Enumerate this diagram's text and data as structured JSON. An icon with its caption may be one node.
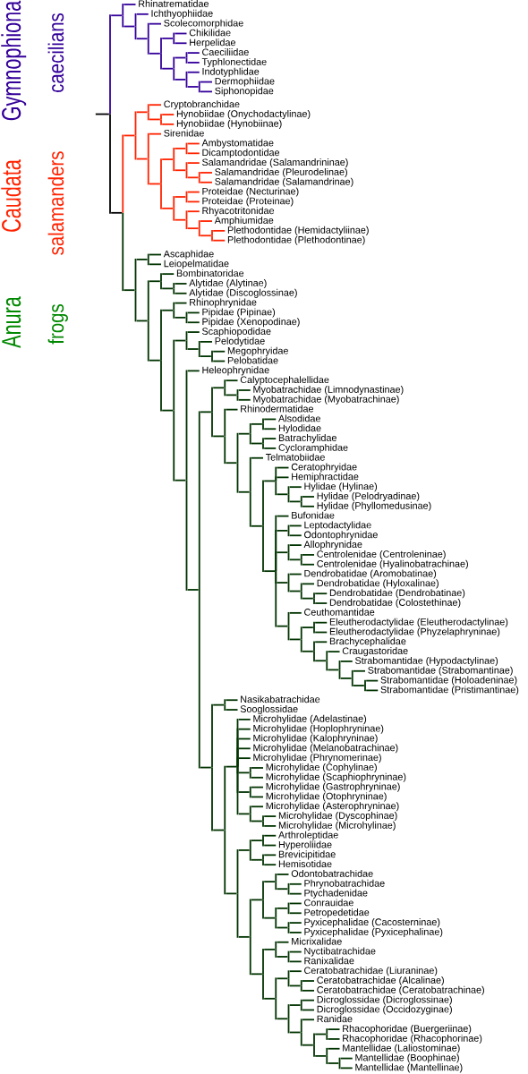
{
  "diagram": {
    "nodes": [
      {
        "text": [],
        "shape": "bar"
      },
      {
        "text": [],
        "shape": "bar"
      },
      {
        "text": [
          "Rhinatrematidae"
        ]
      },
      {
        "text": [],
        "shape": "bar"
      },
      {
        "text": [
          "Ichthyophiidae"
        ]
      },
      {
        "text": [],
        "shape": "bar"
      },
      {
        "text": [
          "Scolecomorphidae"
        ]
      },
      {
        "text": [],
        "shape": "bar"
      },
      {
        "text": [],
        "shape": "bar"
      },
      {
        "text": [
          "Chikilidae"
        ]
      },
      {
        "text": [
          "Herpelidae"
        ]
      },
      {
        "text": [],
        "shape": "bar"
      },
      {
        "text": [],
        "shape": "bar"
      },
      {
        "text": [
          "Caeciliidae"
        ]
      },
      {
        "text": [
          "Typhlonectidae"
        ]
      },
      {
        "text": [],
        "shape": "bar"
      },
      {
        "text": [
          "Indotyphlidae"
        ]
      },
      {
        "text": [],
        "shape": "bar"
      },
      {
        "text": [
          "Dermophiidae"
        ]
      },
      {
        "text": [
          "Siphonopidae"
        ]
      },
      {
        "text": [],
        "shape": "bar"
      },
      {
        "text": [],
        "shape": "bar"
      },
      {
        "text": [],
        "shape": "bar"
      },
      {
        "text": [
          "Cryptobranchidae"
        ]
      },
      {
        "text": [],
        "shape": "bar"
      },
      {
        "text": [
          "Hynobiidae (Onychodactylinae)"
        ]
      },
      {
        "text": [
          "Hynobiidae (Hynobiinae)"
        ]
      },
      {
        "text": [],
        "shape": "bar"
      },
      {
        "text": [
          "Sirenidae"
        ]
      },
      {
        "text": [],
        "shape": "bar"
      },
      {
        "text": [],
        "shape": "bar"
      },
      {
        "text": [],
        "shape": "bar"
      },
      {
        "text": [
          "Ambystomatidae"
        ]
      },
      {
        "text": [
          "Dicamptodontidae"
        ]
      },
      {
        "text": [],
        "shape": "bar"
      },
      {
        "text": [
          "Salamandridae (Salamandrininae)"
        ]
      },
      {
        "text": [],
        "shape": "bar"
      },
      {
        "text": [
          "Salamandridae (Pleurodelinae)"
        ]
      },
      {
        "text": [
          "Salamandridae (Salamandrinae)"
        ]
      },
      {
        "text": [],
        "shape": "bar"
      },
      {
        "text": [],
        "shape": "bar"
      },
      {
        "text": [
          "Proteidae (Necturinae)"
        ]
      },
      {
        "text": [
          "Proteidae (Proteinae)"
        ]
      },
      {
        "text": [],
        "shape": "bar"
      },
      {
        "text": [
          "Rhyacotritonidae"
        ]
      },
      {
        "text": [],
        "shape": "bar"
      },
      {
        "text": [
          "Amphiumidae"
        ]
      },
      {
        "text": [],
        "shape": "bar"
      },
      {
        "text": [
          "Plethodontidae (Hemidactyliinae)"
        ]
      },
      {
        "text": [
          "Plethodontidae (Plethodontinae)"
        ]
      },
      {
        "text": [],
        "shape": "bar"
      },
      {
        "text": [],
        "shape": "bar"
      },
      {
        "text": [
          "Ascaphidae"
        ]
      },
      {
        "text": [
          "Leiopelmatidae"
        ]
      },
      {
        "text": [],
        "shape": "bar"
      },
      {
        "text": [],
        "shape": "bar"
      },
      {
        "text": [
          "Bombinatoridae"
        ]
      },
      {
        "text": [],
        "shape": "bar"
      },
      {
        "text": [
          "Alytidae (Alytinae)"
        ]
      },
      {
        "text": [
          "Alytidae (Discoglossinae)"
        ]
      },
      {
        "text": [],
        "shape": "bar"
      },
      {
        "text": [],
        "shape": "bar"
      },
      {
        "text": [
          "Rhinophrynidae"
        ]
      },
      {
        "text": [],
        "shape": "bar"
      },
      {
        "text": [
          "Pipidae (Pipinae)"
        ]
      },
      {
        "text": [
          "Pipidae (Xenopodinae)"
        ]
      },
      {
        "text": [],
        "shape": "bar"
      },
      {
        "text": [],
        "shape": "bar"
      },
      {
        "text": [
          "Scaphiopodidae"
        ]
      },
      {
        "text": [],
        "shape": "bar"
      },
      {
        "text": [
          "Pelodytidae"
        ]
      },
      {
        "text": [],
        "shape": "bar"
      },
      {
        "text": [
          "Megophryidae"
        ]
      },
      {
        "text": [
          "Pelobatidae"
        ]
      },
      {
        "text": [],
        "shape": "bar"
      },
      {
        "text": [
          "Heleophrynidae"
        ]
      },
      {
        "text": [],
        "shape": "bar"
      },
      {
        "text": [],
        "shape": "bar"
      },
      {
        "text": [],
        "shape": "bar"
      },
      {
        "text": [
          "Calyptocephalellidae"
        ]
      },
      {
        "text": [],
        "shape": "bar"
      },
      {
        "text": [
          "Myobatrachidae (Limnodynastinae)"
        ]
      },
      {
        "text": [
          "Myobatrachidae (Myobatrachinae)"
        ]
      },
      {
        "text": [],
        "shape": "bar"
      },
      {
        "text": [
          "Rhinodermatidae"
        ]
      },
      {
        "text": [],
        "shape": "bar"
      },
      {
        "text": [],
        "shape": "bar"
      },
      {
        "text": [],
        "shape": "bar"
      },
      {
        "text": [
          "Alsodidae"
        ]
      },
      {
        "text": [
          "Hylodidae"
        ]
      },
      {
        "text": [],
        "shape": "bar"
      },
      {
        "text": [
          "Batrachylidae"
        ]
      },
      {
        "text": [
          "Cycloramphidae"
        ]
      },
      {
        "text": [],
        "shape": "bar"
      },
      {
        "text": [
          "Telmatobiidae"
        ]
      },
      {
        "text": [],
        "shape": "bar"
      },
      {
        "text": [],
        "shape": "bar"
      },
      {
        "text": [
          "Ceratophryidae"
        ]
      },
      {
        "text": [
          "Hemiphractidae"
        ]
      },
      {
        "text": [],
        "shape": "bar"
      },
      {
        "text": [
          "Hylidae (Hylinae)"
        ]
      },
      {
        "text": [],
        "shape": "bar"
      },
      {
        "text": [
          "Hylidae (Pelodryadinae)"
        ]
      },
      {
        "text": [
          "Hylidae (Phyllomedusinae)"
        ]
      },
      {
        "text": [],
        "shape": "bar"
      },
      {
        "text": [
          "Bufonidae"
        ]
      },
      {
        "text": [],
        "shape": "bar"
      },
      {
        "text": [
          "Leptodactylidae"
        ]
      },
      {
        "text": [
          "Odontophrynidae"
        ]
      },
      {
        "text": [],
        "shape": "bar"
      },
      {
        "text": [
          "Allophrynidae"
        ]
      },
      {
        "text": [],
        "shape": "bar"
      },
      {
        "text": [
          "Centrolenidae (Centroleninae)"
        ]
      },
      {
        "text": [
          "Centrolenidae (Hyalinobatrachinae)"
        ]
      },
      {
        "text": [],
        "shape": "bar"
      },
      {
        "text": [
          "Dendrobatidae (Aromobatinae)"
        ]
      },
      {
        "text": [],
        "shape": "bar"
      },
      {
        "text": [
          "Dendrobatidae (Hyloxalinae)"
        ]
      },
      {
        "text": [],
        "shape": "bar"
      },
      {
        "text": [
          "Dendrobatidae (Dendrobatinae)"
        ]
      },
      {
        "text": [
          "Dendrobatidae (Colostethinae)"
        ]
      },
      {
        "text": [],
        "shape": "bar"
      },
      {
        "text": [
          "Ceuthomantidae"
        ]
      },
      {
        "text": [],
        "shape": "bar"
      },
      {
        "text": [],
        "shape": "bar"
      },
      {
        "text": [
          "Eleutherodactylidae (Eleutherodactylinae)"
        ]
      },
      {
        "text": [
          "Eleutherodactylidae (Phyzelaphryninae)"
        ]
      },
      {
        "text": [],
        "shape": "bar"
      },
      {
        "text": [
          "Brachycephalidae"
        ]
      },
      {
        "text": [],
        "shape": "bar"
      },
      {
        "text": [
          "Craugastoridae"
        ]
      },
      {
        "text": [],
        "shape": "bar"
      },
      {
        "text": [
          "Strabomantidae (Hypodactylinae)"
        ]
      },
      {
        "text": [],
        "shape": "bar"
      },
      {
        "text": [
          "Strabomantidae (Strabomantinae)"
        ]
      },
      {
        "text": [],
        "shape": "bar"
      },
      {
        "text": [
          "Strabomantidae (Holoadeninae)"
        ]
      },
      {
        "text": [
          "Strabomantidae (Pristimantinae)"
        ]
      },
      {
        "text": [],
        "shape": "bar"
      },
      {
        "text": [],
        "shape": "bar"
      },
      {
        "text": [
          "Nasikabatrachidae"
        ]
      },
      {
        "text": [
          "Sooglossidae"
        ]
      },
      {
        "text": [],
        "shape": "bar"
      },
      {
        "text": [],
        "shape": "bar"
      },
      {
        "text": [
          "Microhylidae (Adelastinae)"
        ]
      },
      {
        "text": [
          "Microhylidae (Hoplophryninae)"
        ]
      },
      {
        "text": [
          "Microhylidae (Kalophryninae)"
        ]
      },
      {
        "text": [
          "Microhylidae (Melanobatrachinae)"
        ]
      },
      {
        "text": [
          "Microhylidae (Phrynomerinae)"
        ]
      },
      {
        "text": [],
        "shape": "bar"
      },
      {
        "text": [
          "Microhylidae (Cophylinae)"
        ]
      },
      {
        "text": [
          "Microhylidae (Scaphiophryninae)"
        ]
      },
      {
        "text": [],
        "shape": "bar"
      },
      {
        "text": [
          "Microhylidae (Gastrophryninae)"
        ]
      },
      {
        "text": [
          "Microhylidae (Otophryninae)"
        ]
      },
      {
        "text": [],
        "shape": "bar"
      },
      {
        "text": [
          "Microhylidae (Asterophryninae)"
        ]
      },
      {
        "text": [],
        "shape": "bar"
      },
      {
        "text": [
          "Microhylidae (Dyscophinae)"
        ]
      },
      {
        "text": [
          "Microhylidae (Microhylinae)"
        ]
      },
      {
        "text": [],
        "shape": "bar"
      },
      {
        "text": [],
        "shape": "bar"
      },
      {
        "text": [],
        "shape": "bar"
      },
      {
        "text": [
          "Arthroleptidae"
        ]
      },
      {
        "text": [
          "Hyperoliidae"
        ]
      },
      {
        "text": [],
        "shape": "bar"
      },
      {
        "text": [
          "Brevicipitidae"
        ]
      },
      {
        "text": [
          "Hemisotidae"
        ]
      },
      {
        "text": [],
        "shape": "bar"
      },
      {
        "text": [],
        "shape": "bar"
      },
      {
        "text": [],
        "shape": "bar"
      },
      {
        "text": [
          "Odontobatrachidae"
        ]
      },
      {
        "text": [],
        "shape": "bar"
      },
      {
        "text": [
          "Phrynobatrachidae"
        ]
      },
      {
        "text": [
          "Ptychadenidae"
        ]
      },
      {
        "text": [],
        "shape": "bar"
      },
      {
        "text": [],
        "shape": "bar"
      },
      {
        "text": [
          "Conrauidae"
        ]
      },
      {
        "text": [
          "Petropedetidae"
        ]
      },
      {
        "text": [],
        "shape": "bar"
      },
      {
        "text": [
          "Pyxicephalidae (Cacosterninae)"
        ]
      },
      {
        "text": [
          "Pyxicephalidae (Pyxicephalinae)"
        ]
      },
      {
        "text": [],
        "shape": "bar"
      },
      {
        "text": [],
        "shape": "bar"
      },
      {
        "text": [
          "Micrixalidae"
        ]
      },
      {
        "text": [],
        "shape": "bar"
      },
      {
        "text": [
          "Nyctibatrachidae"
        ]
      },
      {
        "text": [
          "Ranixalidae"
        ]
      },
      {
        "text": [],
        "shape": "bar"
      },
      {
        "text": [],
        "shape": "bar"
      },
      {
        "text": [
          "Ceratobatrachidae (Liuraninae)"
        ]
      },
      {
        "text": [],
        "shape": "bar"
      },
      {
        "text": [
          "Ceratobatrachidae (Alcalinae)"
        ]
      },
      {
        "text": [
          "Ceratobatrachidae (Ceratobatrachinae)"
        ]
      },
      {
        "text": [],
        "shape": "bar"
      },
      {
        "text": [],
        "shape": "bar"
      },
      {
        "text": [
          "Dicroglossidae (Dicroglossinae)"
        ]
      },
      {
        "text": [
          "Dicroglossidae (Occidozyginae)"
        ]
      },
      {
        "text": [],
        "shape": "bar"
      },
      {
        "text": [
          "Ranidae"
        ]
      },
      {
        "text": [],
        "shape": "bar"
      },
      {
        "text": [],
        "shape": "bar"
      },
      {
        "text": [
          "Rhacophoridae (Buergeriinae)"
        ]
      },
      {
        "text": [
          "Rhacophoridae (Rhacophorinae)"
        ]
      },
      {
        "text": [],
        "shape": "bar"
      },
      {
        "text": [
          "Mantellidae (Laliostominae)"
        ]
      },
      {
        "text": [],
        "shape": "bar"
      },
      {
        "text": [
          "Mantellidae (Boophinae)"
        ]
      },
      {
        "text": [
          "Mantellidae (Mantellinae)"
        ]
      }
    ],
    "edges": [
      {
        "from": null,
        "to": 0,
        "arrow": "none",
        "color": "#000000"
      },
      {
        "from": 0,
        "to": 1,
        "arrow": "none",
        "color": "#330099"
      },
      {
        "from": 1,
        "to": 2,
        "arrow": "none",
        "color": "#330099"
      },
      {
        "from": 1,
        "to": 3,
        "arrow": "none",
        "color": "#330099"
      },
      {
        "from": 3,
        "to": 4,
        "arrow": "none",
        "color": "#330099"
      },
      {
        "from": 3,
        "to": 5,
        "arrow": "none",
        "color": "#330099"
      },
      {
        "from": 5,
        "to": 6,
        "arrow": "none",
        "color": "#330099"
      },
      {
        "from": 5,
        "to": 7,
        "arrow": "none",
        "color": "#330099"
      },
      {
        "from": 7,
        "to": 8,
        "arrow": "none",
        "color": "#330099"
      },
      {
        "from": 8,
        "to": 9,
        "arrow": "none",
        "color": "#330099"
      },
      {
        "from": 8,
        "to": 10,
        "arrow": "none",
        "color": "#330099"
      },
      {
        "from": 7,
        "to": 11,
        "arrow": "none",
        "color": "#330099"
      },
      {
        "from": 11,
        "to": 12,
        "arrow": "none",
        "color": "#330099"
      },
      {
        "from": 12,
        "to": 13,
        "arrow": "none",
        "color": "#330099"
      },
      {
        "from": 12,
        "to": 14,
        "arrow": "none",
        "color": "#330099"
      },
      {
        "from": 11,
        "to": 15,
        "arrow": "none",
        "color": "#330099"
      },
      {
        "from": 15,
        "to": 16,
        "arrow": "none",
        "color": "#330099"
      },
      {
        "from": 15,
        "to": 17,
        "arrow": "none",
        "color": "#330099"
      },
      {
        "from": 17,
        "to": 18,
        "arrow": "none",
        "color": "#330099"
      },
      {
        "from": 17,
        "to": 19,
        "arrow": "none",
        "color": "#330099"
      },
      {
        "from": 0,
        "to": 20,
        "arrow": "none",
        "color": "#000000"
      },
      {
        "from": 20,
        "to": 21,
        "arrow": "none",
        "color": "#ff2200"
      },
      {
        "from": 21,
        "to": 22,
        "arrow": "none",
        "color": "#ff2200"
      },
      {
        "from": 22,
        "to": 23,
        "arrow": "none",
        "color": "#ff2200"
      },
      {
        "from": 22,
        "to": 24,
        "arrow": "none",
        "color": "#ff2200"
      },
      {
        "from": 24,
        "to": 25,
        "arrow": "none",
        "color": "#ff2200"
      },
      {
        "from": 24,
        "to": 26,
        "arrow": "none",
        "color": "#ff2200"
      },
      {
        "from": 21,
        "to": 27,
        "arrow": "none",
        "color": "#ff2200"
      },
      {
        "from": 27,
        "to": 28,
        "arrow": "none",
        "color": "#ff2200"
      },
      {
        "from": 27,
        "to": 29,
        "arrow": "none",
        "color": "#ff2200"
      },
      {
        "from": 29,
        "to": 30,
        "arrow": "none",
        "color": "#ff2200"
      },
      {
        "from": 30,
        "to": 31,
        "arrow": "none",
        "color": "#ff2200"
      },
      {
        "from": 31,
        "to": 32,
        "arrow": "none",
        "color": "#ff2200"
      },
      {
        "from": 31,
        "to": 33,
        "arrow": "none",
        "color": "#ff2200"
      },
      {
        "from": 30,
        "to": 34,
        "arrow": "none",
        "color": "#ff2200"
      },
      {
        "from": 34,
        "to": 35,
        "arrow": "none",
        "color": "#ff2200"
      },
      {
        "from": 34,
        "to": 36,
        "arrow": "none",
        "color": "#ff2200"
      },
      {
        "from": 36,
        "to": 37,
        "arrow": "none",
        "color": "#ff2200"
      },
      {
        "from": 36,
        "to": 38,
        "arrow": "none",
        "color": "#ff2200"
      },
      {
        "from": 29,
        "to": 39,
        "arrow": "none",
        "color": "#ff2200"
      },
      {
        "from": 39,
        "to": 40,
        "arrow": "none",
        "color": "#ff2200"
      },
      {
        "from": 40,
        "to": 41,
        "arrow": "none",
        "color": "#ff2200"
      },
      {
        "from": 40,
        "to": 42,
        "arrow": "none",
        "color": "#ff2200"
      },
      {
        "from": 39,
        "to": 43,
        "arrow": "none",
        "color": "#ff2200"
      },
      {
        "from": 43,
        "to": 44,
        "arrow": "none",
        "color": "#ff2200"
      },
      {
        "from": 43,
        "to": 45,
        "arrow": "none",
        "color": "#ff2200"
      },
      {
        "from": 45,
        "to": 46,
        "arrow": "none",
        "color": "#ff2200"
      },
      {
        "from": 45,
        "to": 47,
        "arrow": "none",
        "color": "#ff2200"
      },
      {
        "from": 47,
        "to": 48,
        "arrow": "none",
        "color": "#ff2200"
      },
      {
        "from": 47,
        "to": 49,
        "arrow": "none",
        "color": "#ff2200"
      },
      {
        "from": 20,
        "to": 50,
        "arrow": "none"
      },
      {
        "from": 50,
        "to": 51,
        "arrow": "none"
      },
      {
        "from": 51,
        "to": 52,
        "arrow": "none"
      },
      {
        "from": 51,
        "to": 53,
        "arrow": "none"
      },
      {
        "from": 50,
        "to": 54,
        "arrow": "none"
      },
      {
        "from": 54,
        "to": 55,
        "arrow": "none"
      },
      {
        "from": 55,
        "to": 56,
        "arrow": "none"
      },
      {
        "from": 55,
        "to": 57,
        "arrow": "none"
      },
      {
        "from": 57,
        "to": 58,
        "arrow": "none"
      },
      {
        "from": 57,
        "to": 59,
        "arrow": "none"
      },
      {
        "from": 54,
        "to": 60,
        "arrow": "none"
      },
      {
        "from": 60,
        "to": 61,
        "arrow": "none"
      },
      {
        "from": 61,
        "to": 62,
        "arrow": "none"
      },
      {
        "from": 61,
        "to": 63,
        "arrow": "none"
      },
      {
        "from": 63,
        "to": 64,
        "arrow": "none"
      },
      {
        "from": 63,
        "to": 65,
        "arrow": "none"
      },
      {
        "from": 60,
        "to": 66,
        "arrow": "none"
      },
      {
        "from": 66,
        "to": 67,
        "arrow": "none"
      },
      {
        "from": 67,
        "to": 68,
        "arrow": "none"
      },
      {
        "from": 67,
        "to": 69,
        "arrow": "none"
      },
      {
        "from": 69,
        "to": 70,
        "arrow": "none"
      },
      {
        "from": 69,
        "to": 71,
        "arrow": "none"
      },
      {
        "from": 71,
        "to": 72,
        "arrow": "none"
      },
      {
        "from": 71,
        "to": 73,
        "arrow": "none"
      },
      {
        "from": 66,
        "to": 74,
        "arrow": "none"
      },
      {
        "from": 74,
        "to": 75,
        "arrow": "none"
      },
      {
        "from": 74,
        "to": 76,
        "arrow": "none"
      },
      {
        "from": 76,
        "to": 77,
        "arrow": "none"
      },
      {
        "from": 77,
        "to": 78,
        "arrow": "none"
      },
      {
        "from": 78,
        "to": 79,
        "arrow": "none"
      },
      {
        "from": 78,
        "to": 80,
        "arrow": "none"
      },
      {
        "from": 80,
        "to": 81,
        "arrow": "none"
      },
      {
        "from": 80,
        "to": 82,
        "arrow": "none"
      },
      {
        "from": 77,
        "to": 83,
        "arrow": "none"
      },
      {
        "from": 83,
        "to": 84,
        "arrow": "none"
      },
      {
        "from": 83,
        "to": 85,
        "arrow": "none"
      },
      {
        "from": 85,
        "to": 86,
        "arrow": "none"
      },
      {
        "from": 86,
        "to": 87,
        "arrow": "none"
      },
      {
        "from": 87,
        "to": 88,
        "arrow": "none"
      },
      {
        "from": 87,
        "to": 89,
        "arrow": "none"
      },
      {
        "from": 86,
        "to": 90,
        "arrow": "none"
      },
      {
        "from": 90,
        "to": 91,
        "arrow": "none"
      },
      {
        "from": 90,
        "to": 92,
        "arrow": "none"
      },
      {
        "from": 85,
        "to": 93,
        "arrow": "none"
      },
      {
        "from": 93,
        "to": 94,
        "arrow": "none"
      },
      {
        "from": 93,
        "to": 95,
        "arrow": "none"
      },
      {
        "from": 95,
        "to": 96,
        "arrow": "none"
      },
      {
        "from": 96,
        "to": 97,
        "arrow": "none"
      },
      {
        "from": 96,
        "to": 98,
        "arrow": "none"
      },
      {
        "from": 96,
        "to": 99,
        "arrow": "none"
      },
      {
        "from": 99,
        "to": 100,
        "arrow": "none"
      },
      {
        "from": 99,
        "to": 101,
        "arrow": "none"
      },
      {
        "from": 101,
        "to": 102,
        "arrow": "none"
      },
      {
        "from": 101,
        "to": 103,
        "arrow": "none"
      },
      {
        "from": 95,
        "to": 104,
        "arrow": "none"
      },
      {
        "from": 104,
        "to": 105,
        "arrow": "none"
      },
      {
        "from": 104,
        "to": 106,
        "arrow": "none"
      },
      {
        "from": 106,
        "to": 107,
        "arrow": "none"
      },
      {
        "from": 106,
        "to": 108,
        "arrow": "none"
      },
      {
        "from": 104,
        "to": 109,
        "arrow": "none"
      },
      {
        "from": 109,
        "to": 110,
        "arrow": "none"
      },
      {
        "from": 109,
        "to": 111,
        "arrow": "none"
      },
      {
        "from": 111,
        "to": 112,
        "arrow": "none"
      },
      {
        "from": 111,
        "to": 113,
        "arrow": "none"
      },
      {
        "from": 104,
        "to": 114,
        "arrow": "none"
      },
      {
        "from": 114,
        "to": 115,
        "arrow": "none"
      },
      {
        "from": 114,
        "to": 116,
        "arrow": "none"
      },
      {
        "from": 116,
        "to": 117,
        "arrow": "none"
      },
      {
        "from": 116,
        "to": 118,
        "arrow": "none"
      },
      {
        "from": 118,
        "to": 119,
        "arrow": "none"
      },
      {
        "from": 118,
        "to": 120,
        "arrow": "none"
      },
      {
        "from": 104,
        "to": 121,
        "arrow": "none"
      },
      {
        "from": 121,
        "to": 122,
        "arrow": "none"
      },
      {
        "from": 121,
        "to": 123,
        "arrow": "none"
      },
      {
        "from": 123,
        "to": 124,
        "arrow": "none"
      },
      {
        "from": 124,
        "to": 125,
        "arrow": "none"
      },
      {
        "from": 124,
        "to": 126,
        "arrow": "none"
      },
      {
        "from": 123,
        "to": 127,
        "arrow": "none"
      },
      {
        "from": 127,
        "to": 128,
        "arrow": "none"
      },
      {
        "from": 127,
        "to": 129,
        "arrow": "none"
      },
      {
        "from": 129,
        "to": 130,
        "arrow": "none"
      },
      {
        "from": 129,
        "to": 131,
        "arrow": "none"
      },
      {
        "from": 131,
        "to": 132,
        "arrow": "none"
      },
      {
        "from": 131,
        "to": 133,
        "arrow": "none"
      },
      {
        "from": 133,
        "to": 134,
        "arrow": "none"
      },
      {
        "from": 133,
        "to": 135,
        "arrow": "none"
      },
      {
        "from": 135,
        "to": 136,
        "arrow": "none"
      },
      {
        "from": 135,
        "to": 137,
        "arrow": "none"
      },
      {
        "from": 76,
        "to": 138,
        "arrow": "none"
      },
      {
        "from": 138,
        "to": 139,
        "arrow": "none"
      },
      {
        "from": 139,
        "to": 140,
        "arrow": "none"
      },
      {
        "from": 139,
        "to": 141,
        "arrow": "none"
      },
      {
        "from": 138,
        "to": 142,
        "arrow": "none"
      },
      {
        "from": 142,
        "to": 143,
        "arrow": "none"
      },
      {
        "from": 143,
        "to": 144,
        "arrow": "none"
      },
      {
        "from": 143,
        "to": 145,
        "arrow": "none"
      },
      {
        "from": 143,
        "to": 146,
        "arrow": "none"
      },
      {
        "from": 143,
        "to": 147,
        "arrow": "none"
      },
      {
        "from": 143,
        "to": 148,
        "arrow": "none"
      },
      {
        "from": 143,
        "to": 149,
        "arrow": "none"
      },
      {
        "from": 149,
        "to": 150,
        "arrow": "none"
      },
      {
        "from": 149,
        "to": 151,
        "arrow": "none"
      },
      {
        "from": 143,
        "to": 152,
        "arrow": "none"
      },
      {
        "from": 152,
        "to": 153,
        "arrow": "none"
      },
      {
        "from": 152,
        "to": 154,
        "arrow": "none"
      },
      {
        "from": 143,
        "to": 155,
        "arrow": "none"
      },
      {
        "from": 155,
        "to": 156,
        "arrow": "none"
      },
      {
        "from": 155,
        "to": 157,
        "arrow": "none"
      },
      {
        "from": 157,
        "to": 158,
        "arrow": "none"
      },
      {
        "from": 157,
        "to": 159,
        "arrow": "none"
      },
      {
        "from": 142,
        "to": 160,
        "arrow": "none"
      },
      {
        "from": 160,
        "to": 161,
        "arrow": "none"
      },
      {
        "from": 161,
        "to": 162,
        "arrow": "none"
      },
      {
        "from": 162,
        "to": 163,
        "arrow": "none"
      },
      {
        "from": 162,
        "to": 164,
        "arrow": "none"
      },
      {
        "from": 161,
        "to": 165,
        "arrow": "none"
      },
      {
        "from": 165,
        "to": 166,
        "arrow": "none"
      },
      {
        "from": 165,
        "to": 167,
        "arrow": "none"
      },
      {
        "from": 160,
        "to": 168,
        "arrow": "none"
      },
      {
        "from": 168,
        "to": 169,
        "arrow": "none"
      },
      {
        "from": 169,
        "to": 170,
        "arrow": "none"
      },
      {
        "from": 170,
        "to": 171,
        "arrow": "none"
      },
      {
        "from": 170,
        "to": 172,
        "arrow": "none"
      },
      {
        "from": 172,
        "to": 173,
        "arrow": "none"
      },
      {
        "from": 172,
        "to": 174,
        "arrow": "none"
      },
      {
        "from": 169,
        "to": 175,
        "arrow": "none"
      },
      {
        "from": 175,
        "to": 176,
        "arrow": "none"
      },
      {
        "from": 176,
        "to": 177,
        "arrow": "none"
      },
      {
        "from": 176,
        "to": 178,
        "arrow": "none"
      },
      {
        "from": 175,
        "to": 179,
        "arrow": "none"
      },
      {
        "from": 179,
        "to": 180,
        "arrow": "none"
      },
      {
        "from": 179,
        "to": 181,
        "arrow": "none"
      },
      {
        "from": 168,
        "to": 182,
        "arrow": "none"
      },
      {
        "from": 182,
        "to": 183,
        "arrow": "none"
      },
      {
        "from": 183,
        "to": 184,
        "arrow": "none"
      },
      {
        "from": 183,
        "to": 185,
        "arrow": "none"
      },
      {
        "from": 185,
        "to": 186,
        "arrow": "none"
      },
      {
        "from": 185,
        "to": 187,
        "arrow": "none"
      },
      {
        "from": 182,
        "to": 188,
        "arrow": "none"
      },
      {
        "from": 188,
        "to": 189,
        "arrow": "none"
      },
      {
        "from": 189,
        "to": 190,
        "arrow": "none"
      },
      {
        "from": 189,
        "to": 191,
        "arrow": "none"
      },
      {
        "from": 191,
        "to": 192,
        "arrow": "none"
      },
      {
        "from": 191,
        "to": 193,
        "arrow": "none"
      },
      {
        "from": 188,
        "to": 194,
        "arrow": "none"
      },
      {
        "from": 194,
        "to": 195,
        "arrow": "none"
      },
      {
        "from": 195,
        "to": 196,
        "arrow": "none"
      },
      {
        "from": 195,
        "to": 197,
        "arrow": "none"
      },
      {
        "from": 194,
        "to": 198,
        "arrow": "none"
      },
      {
        "from": 198,
        "to": 199,
        "arrow": "none"
      },
      {
        "from": 198,
        "to": 200,
        "arrow": "none"
      },
      {
        "from": 200,
        "to": 201,
        "arrow": "none"
      },
      {
        "from": 201,
        "to": 202,
        "arrow": "none"
      },
      {
        "from": 201,
        "to": 203,
        "arrow": "none"
      },
      {
        "from": 200,
        "to": 204,
        "arrow": "none"
      },
      {
        "from": 204,
        "to": 205,
        "arrow": "none"
      },
      {
        "from": 204,
        "to": 206,
        "arrow": "none"
      },
      {
        "from": 206,
        "to": 207,
        "arrow": "none"
      },
      {
        "from": 206,
        "to": 208,
        "arrow": "none"
      }
    ],
    "labels": [
      "Gymnophiona",
      "caecilians",
      "Caudata",
      "salamanders",
      "Anura",
      "frogs"
    ]
  }
}
